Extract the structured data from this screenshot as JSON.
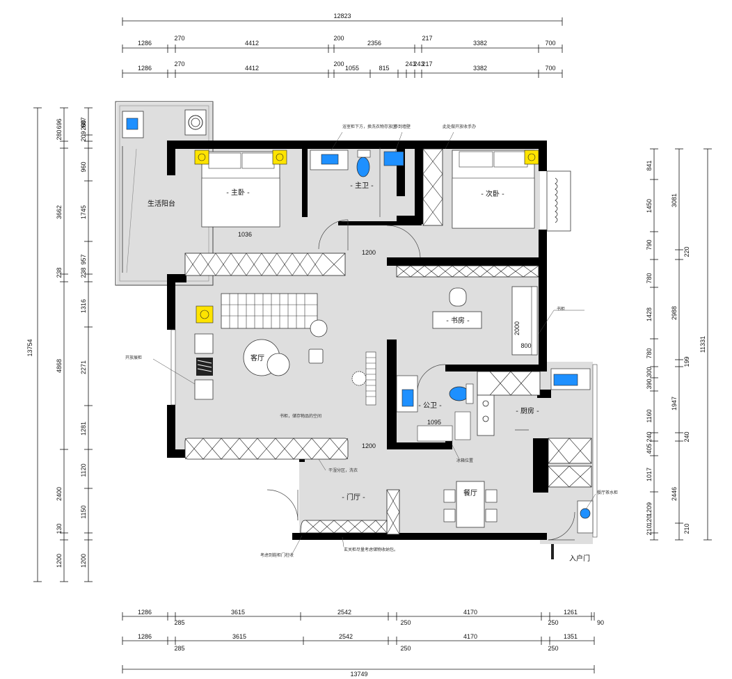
{
  "dimensions": {
    "top_total": "12823",
    "top_row2": [
      "1286",
      "270",
      "4412",
      "200",
      "2356",
      "217",
      "3382",
      "700"
    ],
    "top_row3": [
      "1286",
      "270",
      "4412",
      "200",
      "1055",
      "815",
      "243",
      "243",
      "217",
      "3382",
      "700"
    ],
    "bottom_row1": [
      "1286",
      "285",
      "3615",
      "2542",
      "250",
      "4170",
      "250",
      "1261",
      "90"
    ],
    "bottom_row2": [
      "1286",
      "285",
      "3615",
      "2542",
      "250",
      "4170",
      "250",
      "1351"
    ],
    "bottom_total": "13749",
    "left_total": "13754",
    "left_outer": [
      "280",
      "696",
      "3662",
      "238",
      "4868",
      "2400",
      "130",
      "1200"
    ],
    "left_inner": [
      "280",
      "209",
      "687",
      "960",
      "1745",
      "957",
      "238",
      "1316",
      "2271",
      "1281",
      "1120",
      "1150",
      "1200"
    ],
    "right_inner": [
      "841",
      "1450",
      "790",
      "780",
      "1428",
      "780",
      "300",
      "390",
      "1160",
      "240",
      "405",
      "1017",
      "1209",
      "210",
      "120"
    ],
    "right_mid": [
      "3081",
      "220",
      "2988",
      "199",
      "1947",
      "240",
      "2446",
      "210"
    ],
    "right_total": "11331",
    "door_widths": [
      "1200",
      "1200",
      "1095"
    ],
    "wall_marks": [
      "1036",
      "2000",
      "800"
    ]
  },
  "rooms": {
    "master_bedroom": "- 主卧 -",
    "master_bath": "- 主卫 -",
    "second_bedroom": "- 次卧 -",
    "living_balcony": "生活阳台",
    "study": "- 书房 -",
    "living_room": "客厅",
    "public_bath": "- 公卫 -",
    "kitchen": "- 厨房 -",
    "entrance": "- 门厅 -",
    "dining": "餐厅",
    "entrance_door": "入户门"
  },
  "notes": {
    "bath_storage": "浴室柜下方，换洗衣物存放区",
    "mirror_cabinet": "移到墙壁",
    "handrail": "此处做开放收手办",
    "tv_wall": "开放展柜",
    "study_wall": "书柜",
    "living_note": "书柜，储存物品的空间",
    "entrance_bench": "考虑到鞋柜门柱收",
    "shoe_note": "玄关柜尽量考虑储物收纳包。",
    "dining_note": "餐厅茶水柜",
    "kitchen_note": "冰箱位置",
    "hall_note": "干湿分区，洗衣"
  },
  "colors": {
    "wall": "#000000",
    "floor": "#dedede",
    "fixture_blue": "#1e90ff",
    "lamp_yellow": "#ffe400"
  }
}
